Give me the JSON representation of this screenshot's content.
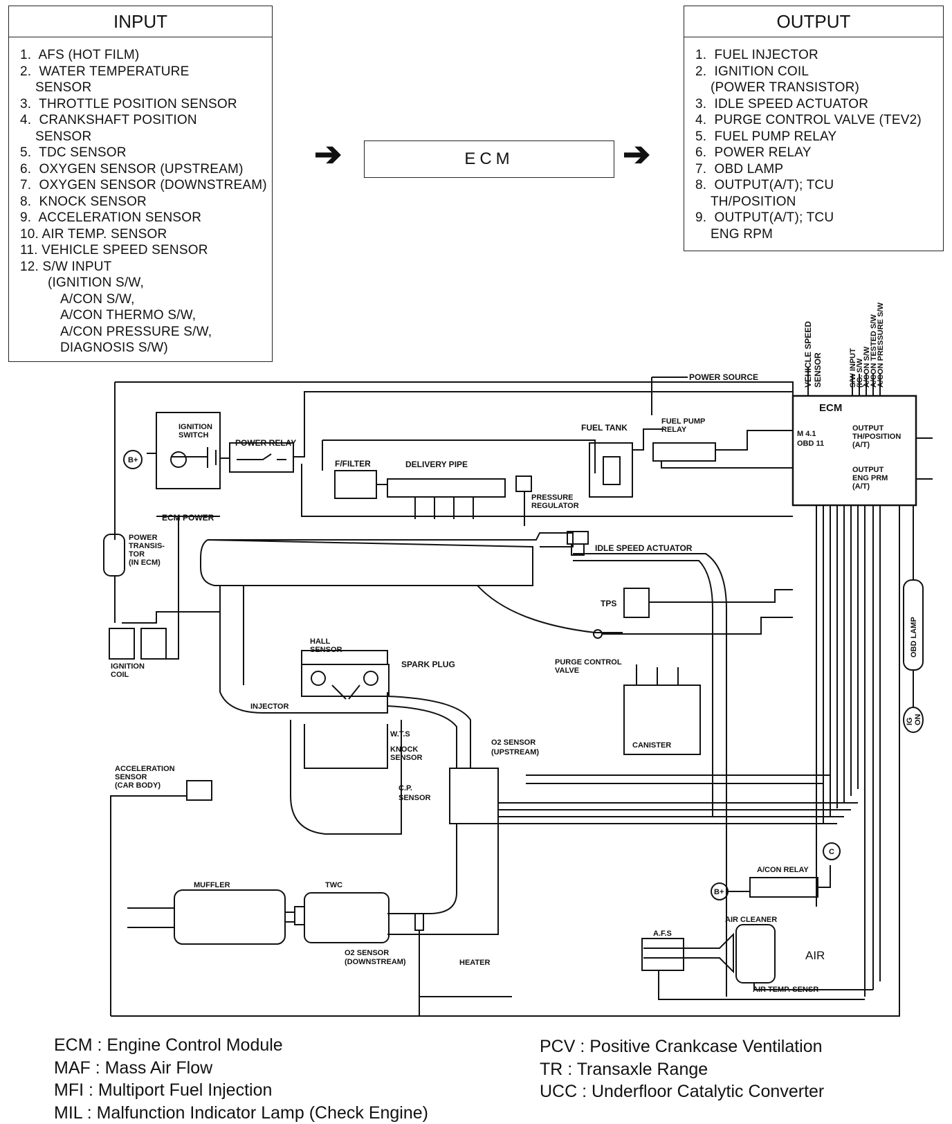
{
  "input_box": {
    "title": "INPUT",
    "items": [
      {
        "num": "1.",
        "text": "AFS (HOT FILM)"
      },
      {
        "num": "2.",
        "text": "WATER TEMPERATURE",
        "cont": "SENSOR"
      },
      {
        "num": "3.",
        "text": "THROTTLE POSITION SENSOR"
      },
      {
        "num": "4.",
        "text": "CRANKSHAFT POSITION",
        "cont": "SENSOR"
      },
      {
        "num": "5.",
        "text": "TDC SENSOR"
      },
      {
        "num": "6.",
        "text": "OXYGEN SENSOR (UPSTREAM)"
      },
      {
        "num": "7.",
        "text": "OXYGEN SENSOR (DOWNSTREAM)"
      },
      {
        "num": "8.",
        "text": "KNOCK SENSOR"
      },
      {
        "num": "9.",
        "text": "ACCELERATION SENSOR"
      },
      {
        "num": "10.",
        "text": "AIR TEMP. SENSOR"
      },
      {
        "num": "11.",
        "text": "VEHICLE SPEED SENSOR"
      },
      {
        "num": "12.",
        "text": "S/W INPUT"
      }
    ],
    "sw_sub": [
      "(IGNITION S/W,",
      "A/CON S/W,",
      "A/CON THERMO S/W,",
      "A/CON PRESSURE S/W,",
      "DIAGNOSIS S/W)"
    ]
  },
  "output_box": {
    "title": "OUTPUT",
    "items": [
      {
        "num": "1.",
        "text": "FUEL INJECTOR"
      },
      {
        "num": "2.",
        "text": "IGNITION COIL",
        "cont": "(POWER TRANSISTOR)"
      },
      {
        "num": "3.",
        "text": "IDLE SPEED ACTUATOR"
      },
      {
        "num": "4.",
        "text": "PURGE CONTROL VALVE (TEV2)"
      },
      {
        "num": "5.",
        "text": "FUEL PUMP RELAY"
      },
      {
        "num": "6.",
        "text": "POWER RELAY"
      },
      {
        "num": "7.",
        "text": "OBD LAMP"
      },
      {
        "num": "8.",
        "text": "OUTPUT(A/T); TCU",
        "cont": "TH/POSITION"
      },
      {
        "num": "9.",
        "text": "OUTPUT(A/T); TCU",
        "cont": "ENG RPM"
      }
    ]
  },
  "ecm_center": {
    "label": "ECM",
    "arrow": "➔"
  },
  "diagram": {
    "labels": {
      "power_source": "POWER SOURCE",
      "vehicle_speed_sensor": [
        "VEHICLE SPEED",
        "SENSOR"
      ],
      "sw_input": [
        "S/W INPUT",
        "(IG. S/W",
        "A/CON S/W",
        "A/CON TESTED S/W",
        "A/CON PRESSURE S/W"
      ],
      "ecm": "ECM",
      "m41": "M 4.1",
      "obd11": "OBD 11",
      "output_th": [
        "OUTPUT",
        "TH/POSITION",
        "(A/T)"
      ],
      "output_eng": [
        "OUTPUT",
        "ENG PRM",
        "(A/T)"
      ],
      "ignition_switch": [
        "IGNITION",
        "SWITCH"
      ],
      "power_relay": "POWER RELAY",
      "b_plus": "B+",
      "ecm_power": "ECM POWER",
      "f_filter": "F/FILTER",
      "delivery_pipe": "DELIVERY PIPE",
      "fuel_tank": "FUEL TANK",
      "fuel_pump_relay": [
        "FUEL PUMP",
        "RELAY"
      ],
      "pressure_regulator": [
        "PRESSURE",
        "REGULATOR"
      ],
      "power_transistor": [
        "POWER",
        "TRANSIS-",
        "TOR",
        "(IN ECM)"
      ],
      "idle_speed_actuator": "IDLE SPEED ACTUATOR",
      "tps": "TPS",
      "ignition_coil": [
        "IGNITION",
        "COIL"
      ],
      "hall_sensor": [
        "HALL",
        "SENSOR"
      ],
      "spark_plug": "SPARK PLUG",
      "purge_control_valve": [
        "PURGE CONTROL",
        "VALVE"
      ],
      "injector": "INJECTOR",
      "canister": "CANISTER",
      "wts": "W.T.S",
      "knock_sensor": [
        "KNOCK",
        "SENSOR"
      ],
      "o2_up": [
        "O2 SENSOR",
        "(UPSTREAM)"
      ],
      "obd_lamp": "OBD LAMP",
      "ig_on": [
        "IG",
        "ON"
      ],
      "acceleration_sensor": [
        "ACCELERATION",
        "SENSOR",
        "(CAR BODY)"
      ],
      "cp_sensor": [
        "C.P.",
        "SENSOR"
      ],
      "c": "C",
      "acon_relay": "A/CON RELAY",
      "muffler": "MUFFLER",
      "twc": "TWC",
      "air_cleaner": "AIR CLEANER",
      "afs": "A.F.S",
      "air": "AIR",
      "o2_down": [
        "O2 SENSOR",
        "(DOWNSTREAM)"
      ],
      "heater": "HEATER",
      "air_temp_sensr": "AIR TEMP. SENSR"
    }
  },
  "legend": {
    "left": [
      "ECM : Engine Control Module",
      "MAF : Mass Air Flow",
      "MFI : Multiport Fuel Injection",
      "MIL : Malfunction Indicator Lamp (Check Engine)"
    ],
    "right": [
      "PCV : Positive Crankcase Ventilation",
      "TR : Transaxle Range",
      "UCC : Underfloor Catalytic Converter"
    ]
  }
}
